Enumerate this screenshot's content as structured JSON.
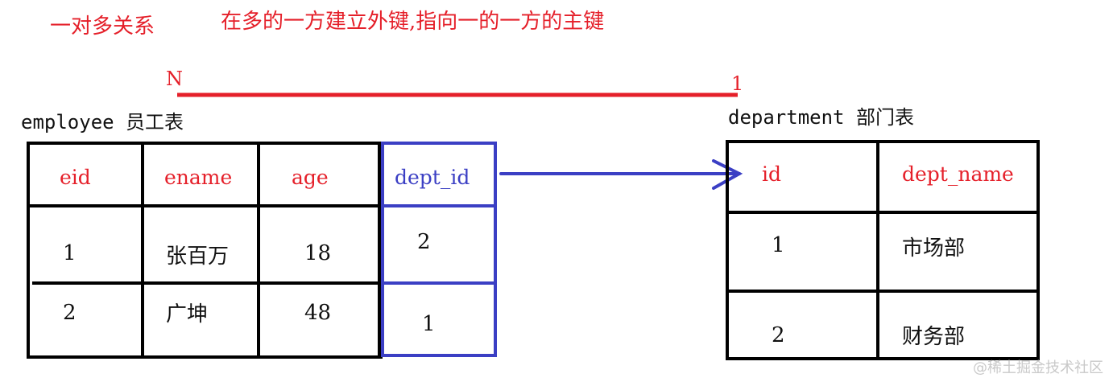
{
  "heading": {
    "relation_type": "一对多关系",
    "rule": "在多的一方建立外键,指向一的一方的主键"
  },
  "relationship": {
    "many_label": "N",
    "one_label": "1",
    "line_color": "#e5202a",
    "arrow_color": "#3b3fc4"
  },
  "employee_table": {
    "caption": "employee 员工表",
    "headers": [
      "eid",
      "ename",
      "age",
      "dept_id"
    ],
    "rows": [
      [
        "1",
        "张百万",
        "18",
        "2"
      ],
      [
        "2",
        "广坤",
        "48",
        "1"
      ]
    ]
  },
  "department_table": {
    "caption": "department 部门表",
    "headers": [
      "id",
      "dept_name"
    ],
    "rows": [
      [
        "1",
        "市场部"
      ],
      [
        "2",
        "财务部"
      ]
    ]
  },
  "watermark": "@稀土掘金技术社区",
  "colors": {
    "header_text": "#e5202a",
    "foreign_key": "#3b3fc4",
    "border": "#000000"
  }
}
